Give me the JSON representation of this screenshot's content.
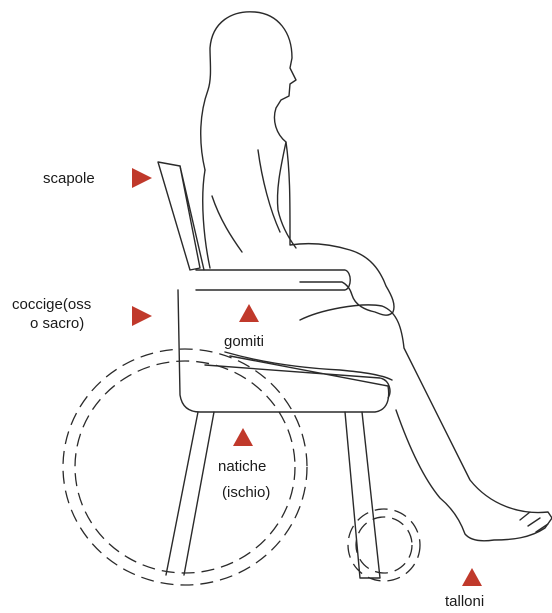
{
  "colors": {
    "marker": "#c0392b",
    "outline": "#2a2a2a",
    "text": "#1a1a1a"
  },
  "labels": {
    "scapole": "scapole",
    "coccige_line1": "coccige(oss",
    "coccige_line2": "o sacro)",
    "gomiti": "gomiti",
    "natiche_line1": "natiche",
    "natiche_line2": "(ischio)",
    "talloni": "talloni"
  },
  "markers": [
    {
      "name": "scapole-marker",
      "direction": "right"
    },
    {
      "name": "coccige-marker",
      "direction": "right"
    },
    {
      "name": "gomiti-marker",
      "direction": "up"
    },
    {
      "name": "natiche-marker",
      "direction": "up"
    },
    {
      "name": "talloni-marker",
      "direction": "up"
    }
  ]
}
